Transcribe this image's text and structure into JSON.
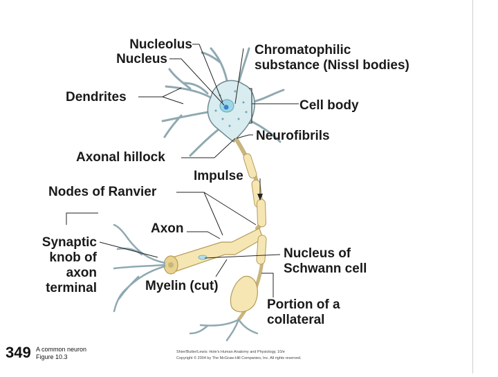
{
  "labels": {
    "nucleolus": "Nucleolus",
    "nucleus": "Nucleus",
    "chromatophilic_line1": "Chromatophilic",
    "chromatophilic_line2": "substance (Nissl bodies)",
    "dendrites": "Dendrites",
    "cell_body": "Cell body",
    "neurofibrils": "Neurofibrils",
    "axonal_hillock": "Axonal hillock",
    "impulse": "Impulse",
    "nodes_of_ranvier": "Nodes of Ranvier",
    "axon": "Axon",
    "synaptic_line1": "Synaptic",
    "synaptic_line2": "knob of",
    "synaptic_line3": "axon",
    "synaptic_line4": "terminal",
    "nucleus_of_line1": "Nucleus of",
    "nucleus_of_line2": "Schwann cell",
    "myelin_cut": "Myelin (cut)",
    "portion_line1": "Portion of a",
    "portion_line2": "collateral"
  },
  "footer": {
    "page_number": "349",
    "caption_line1": "A common neuron",
    "caption_line2": "Figure 10.3",
    "credit_line1": "Shier/Butler/Lewis: Hole's Human Anatomy and Physiology, 10/e",
    "credit_line2": "Copyright © 2004 by The McGraw-Hill Companies, Inc. All rights reserved."
  },
  "colors": {
    "cell_fill": "#d9ecef",
    "cell_stroke": "#6e8a93",
    "myelin_fill": "#f5e6b3",
    "myelin_stroke": "#b59a56",
    "nucleus_fill": "#9fd6e6",
    "nucleolus_fill": "#3b82c4",
    "leader": "#222222"
  }
}
